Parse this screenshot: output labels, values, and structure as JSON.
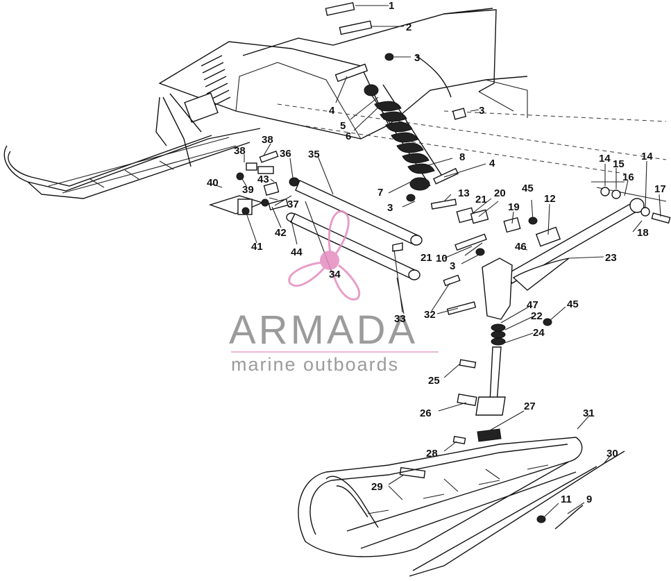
{
  "watermark": {
    "title": "ARMADA",
    "subtitle": "marine outboards",
    "accent_color": "#e48cc0"
  },
  "callouts": [
    {
      "id": "c1",
      "label": "1"
    },
    {
      "id": "c2",
      "label": "2"
    },
    {
      "id": "c3a",
      "label": "3"
    },
    {
      "id": "c3b",
      "label": "3"
    },
    {
      "id": "c3c",
      "label": "3"
    },
    {
      "id": "c3d",
      "label": "3"
    },
    {
      "id": "c4a",
      "label": "4"
    },
    {
      "id": "c4b",
      "label": "4"
    },
    {
      "id": "c5",
      "label": "5"
    },
    {
      "id": "c6",
      "label": "6"
    },
    {
      "id": "c7",
      "label": "7"
    },
    {
      "id": "c8",
      "label": "8"
    },
    {
      "id": "c9",
      "label": "9"
    },
    {
      "id": "c10",
      "label": "10"
    },
    {
      "id": "c11",
      "label": "11"
    },
    {
      "id": "c12",
      "label": "12"
    },
    {
      "id": "c13",
      "label": "13"
    },
    {
      "id": "c14a",
      "label": "14"
    },
    {
      "id": "c14b",
      "label": "14"
    },
    {
      "id": "c15",
      "label": "15"
    },
    {
      "id": "c16",
      "label": "16"
    },
    {
      "id": "c17",
      "label": "17"
    },
    {
      "id": "c18",
      "label": "18"
    },
    {
      "id": "c19",
      "label": "19"
    },
    {
      "id": "c20",
      "label": "20"
    },
    {
      "id": "c21a",
      "label": "21"
    },
    {
      "id": "c21b",
      "label": "21"
    },
    {
      "id": "c22",
      "label": "22"
    },
    {
      "id": "c23",
      "label": "23"
    },
    {
      "id": "c24",
      "label": "24"
    },
    {
      "id": "c25",
      "label": "25"
    },
    {
      "id": "c26",
      "label": "26"
    },
    {
      "id": "c27",
      "label": "27"
    },
    {
      "id": "c28",
      "label": "28"
    },
    {
      "id": "c29",
      "label": "29"
    },
    {
      "id": "c30",
      "label": "30"
    },
    {
      "id": "c31",
      "label": "31"
    },
    {
      "id": "c32",
      "label": "32"
    },
    {
      "id": "c33",
      "label": "33"
    },
    {
      "id": "c34",
      "label": "34"
    },
    {
      "id": "c35",
      "label": "35"
    },
    {
      "id": "c36",
      "label": "36"
    },
    {
      "id": "c37",
      "label": "37"
    },
    {
      "id": "c38a",
      "label": "38"
    },
    {
      "id": "c38b",
      "label": "38"
    },
    {
      "id": "c39",
      "label": "39"
    },
    {
      "id": "c40",
      "label": "40"
    },
    {
      "id": "c41",
      "label": "41"
    },
    {
      "id": "c42",
      "label": "42"
    },
    {
      "id": "c43",
      "label": "43"
    },
    {
      "id": "c44",
      "label": "44"
    },
    {
      "id": "c45a",
      "label": "45"
    },
    {
      "id": "c45b",
      "label": "45"
    },
    {
      "id": "c46",
      "label": "46"
    },
    {
      "id": "c47",
      "label": "47"
    }
  ]
}
